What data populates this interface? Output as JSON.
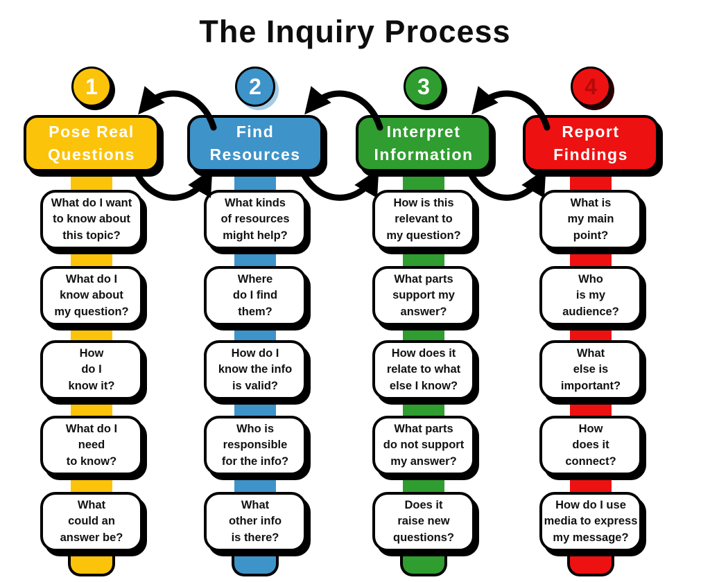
{
  "title": "The Inquiry Process",
  "columns": [
    {
      "number": "1",
      "label": "Pose Real\nQuestions",
      "color": "#FCC30B",
      "number_color": "#FFFFFF",
      "circle_shadow": "#000000",
      "questions": [
        "What do I want\nto know about\nthis topic?",
        "What do I\nknow about\nmy question?",
        "How\ndo I\nknow it?",
        "What do I\nneed\nto know?",
        "What\ncould an\nanswer be?"
      ]
    },
    {
      "number": "2",
      "label": "Find\nResources",
      "color": "#3E93C9",
      "number_color": "#FFFFFF",
      "circle_shadow": "#A5CBE5",
      "questions": [
        "What kinds\nof resources\nmight help?",
        "Where\ndo I find\nthem?",
        "How do I\nknow the info\nis valid?",
        "Who is\nresponsible\nfor the info?",
        "What\nother info\nis there?"
      ]
    },
    {
      "number": "3",
      "label": "Interpret\nInformation",
      "color": "#2F9D2F",
      "number_color": "#FFFFFF",
      "circle_shadow": "#000000",
      "questions": [
        "How is this\nrelevant to\nmy question?",
        "What parts\nsupport my\nanswer?",
        "How does it\nrelate to what\nelse I know?",
        "What parts\ndo not support\nmy answer?",
        "Does it\nraise new\nquestions?"
      ]
    },
    {
      "number": "4",
      "label": "Report\nFindings",
      "color": "#EE1111",
      "number_color": "#B50A0A",
      "circle_shadow": "#2B0000",
      "questions": [
        "What is\nmy main\npoint?",
        "Who\nis my\naudience?",
        "What\nelse is\nimportant?",
        "How\ndoes it\nconnect?",
        "How do I use\nmedia to express\nmy message?"
      ]
    }
  ]
}
